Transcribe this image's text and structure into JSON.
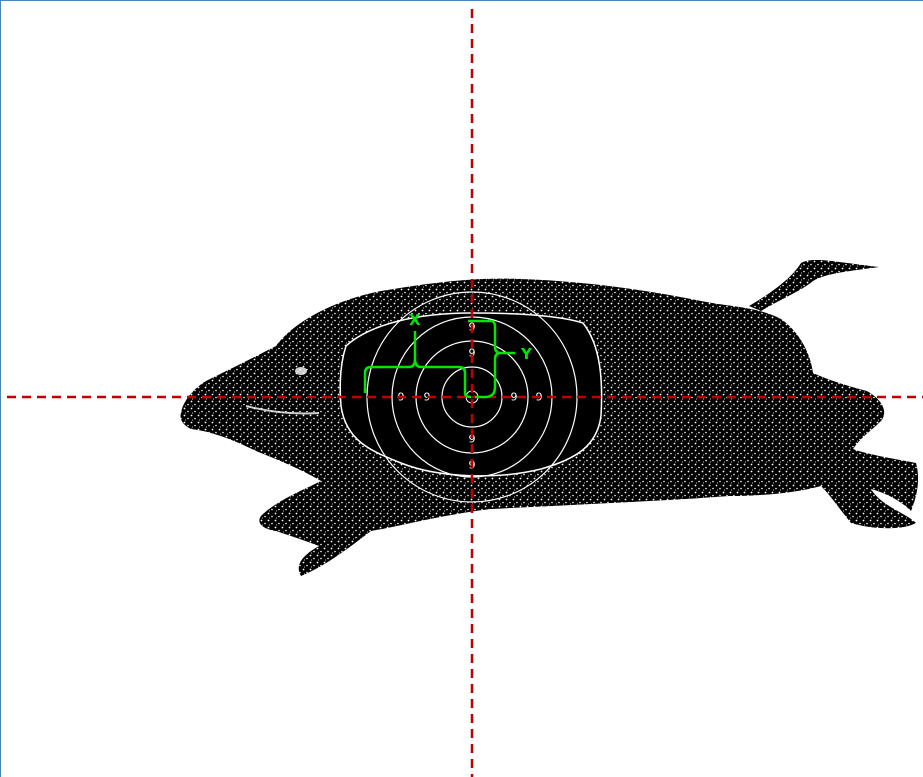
{
  "target": {
    "subject": "running boar silhouette target",
    "colors": {
      "background": "#ffffff",
      "silhouette": "#000000",
      "stipple": "#ffffff",
      "rings": "#ffffff",
      "crosshair": "#c00000",
      "measure": "#00e600",
      "frame": "#4a86b8"
    },
    "ring_labels": [
      "9",
      "9",
      "9",
      "9",
      "9",
      "9",
      "9",
      "9"
    ],
    "measure": {
      "x_label": "X",
      "y_label": "Y"
    }
  }
}
